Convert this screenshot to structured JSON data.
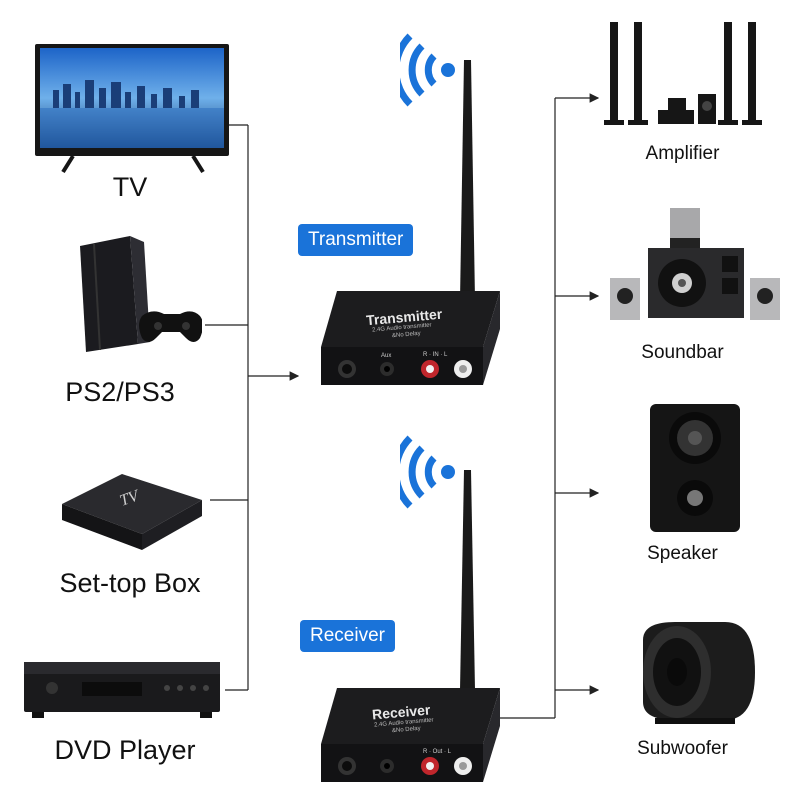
{
  "sources": [
    {
      "label": "TV",
      "icon": "tv-icon"
    },
    {
      "label": "PS2/PS3",
      "icon": "game-console-icon"
    },
    {
      "label": "Set-top Box",
      "icon": "set-top-box-icon"
    },
    {
      "label": "DVD Player",
      "icon": "dvd-player-icon"
    }
  ],
  "outputs": [
    {
      "label": "Amplifier",
      "icon": "amplifier-icon"
    },
    {
      "label": "Soundbar",
      "icon": "soundbar-icon"
    },
    {
      "label": "Speaker",
      "icon": "speaker-icon"
    },
    {
      "label": "Subwoofer",
      "icon": "subwoofer-icon"
    }
  ],
  "transmitter": {
    "tag": "Transmitter",
    "device_title": "Transmitter",
    "device_subtitle": "2.4G Audio transmitter",
    "device_subtitle2": "&No Delay",
    "aux_label": "Aux",
    "in_label": "R · IN · L"
  },
  "receiver": {
    "tag": "Receiver",
    "device_title": "Receiver",
    "device_subtitle": "2.4G Audio transmitter",
    "device_subtitle2": "&No Delay",
    "out_label": "R · Out · L"
  },
  "colors": {
    "accent": "#1a73d9",
    "wifi": "#1a73d9",
    "device": "#1c1c1e"
  }
}
